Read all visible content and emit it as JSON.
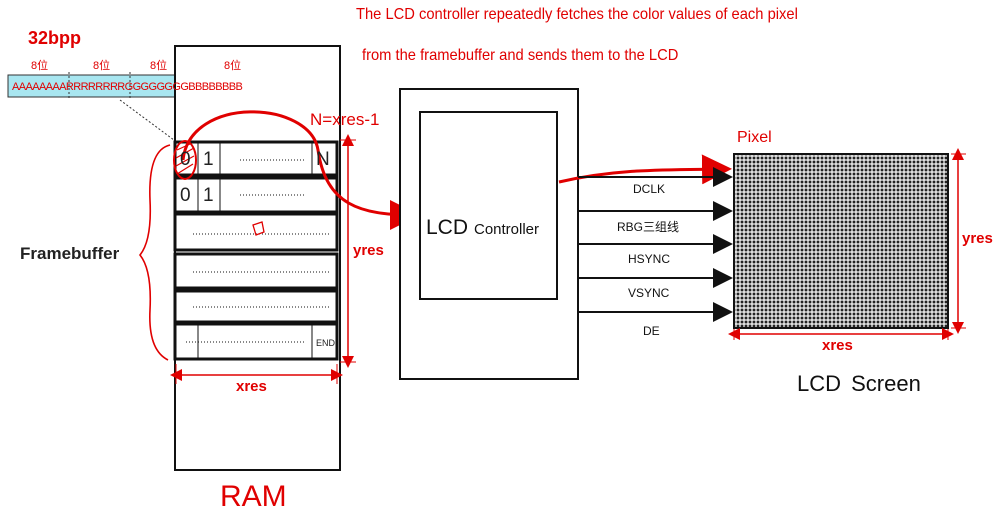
{
  "caption": {
    "line1": "The LCD controller repeatedly fetches the color values of each pixel",
    "line2": "from the framebuffer and sends them to the LCD"
  },
  "pixel_format": {
    "label": "32bpp",
    "bit_groups": [
      "8位",
      "8位",
      "8位",
      "8位"
    ],
    "bit_string": "AAAAAAAARRRRRRRRGGGGGGGGBBBBBBBB"
  },
  "ram": {
    "label": "RAM",
    "framebuffer_label": "Framebuffer",
    "n_label": "N=xres-1",
    "row1_cells": [
      "0",
      "1",
      "N"
    ],
    "row2_cells": [
      "0",
      "1"
    ],
    "end_label": "END",
    "xres_label": "xres",
    "yres_label": "yres"
  },
  "controller": {
    "lcd_label": "LCD",
    "controller_label": "Controller"
  },
  "signals": [
    "DCLK",
    "RBG三组线",
    "HSYNC",
    "VSYNC",
    "DE"
  ],
  "screen": {
    "pixel_label": "Pixel",
    "xres_label": "xres",
    "yres_label": "yres",
    "title": "LCD Screen"
  },
  "colors": {
    "accent_red": "#e00000",
    "outline": "#111111",
    "pixel_cell_bg": "#a8e6f0"
  }
}
